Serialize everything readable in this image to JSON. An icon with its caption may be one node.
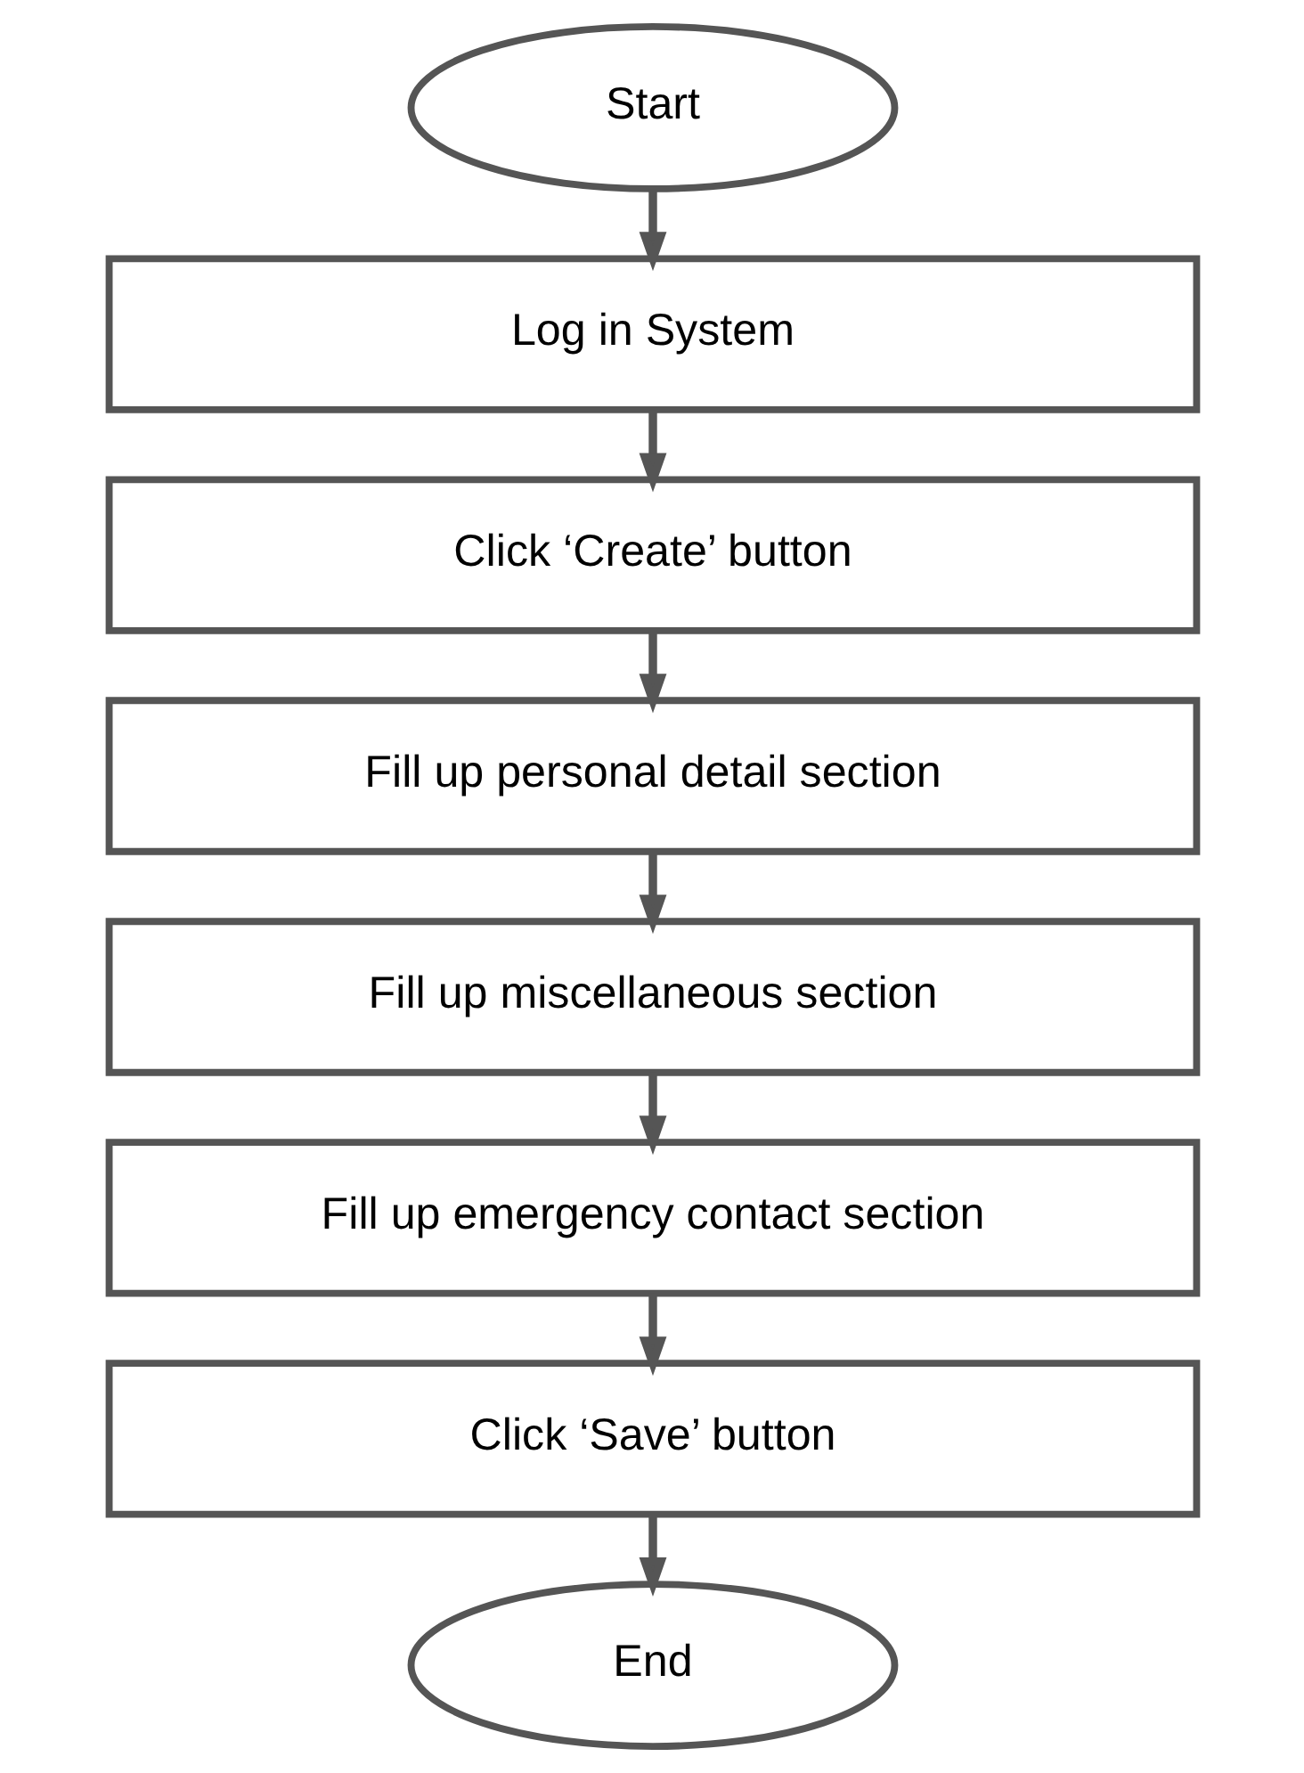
{
  "diagram": {
    "nodes": [
      {
        "text": [
          "Start"
        ]
      },
      {
        "text": [
          "Log in System"
        ]
      },
      {
        "text": [
          "Click ‘Create’ button"
        ]
      },
      {
        "text": [
          "Fill up personal detail section"
        ]
      },
      {
        "text": [
          "Fill up miscellaneous section"
        ]
      },
      {
        "text": [
          "Fill up emergency contact section"
        ]
      },
      {
        "text": [
          "Click ‘Save’ button"
        ]
      },
      {
        "text": [
          "End"
        ]
      }
    ],
    "edges": [
      {
        "from": 0,
        "to": 1,
        "arrow": "to"
      },
      {
        "from": 1,
        "to": 2,
        "arrow": "to"
      },
      {
        "from": 2,
        "to": 3,
        "arrow": "to"
      },
      {
        "from": 3,
        "to": 4,
        "arrow": "to"
      },
      {
        "from": 4,
        "to": 5,
        "arrow": "to"
      },
      {
        "from": 5,
        "to": 6,
        "arrow": "to"
      },
      {
        "from": 6,
        "to": 7,
        "arrow": "to"
      }
    ]
  }
}
